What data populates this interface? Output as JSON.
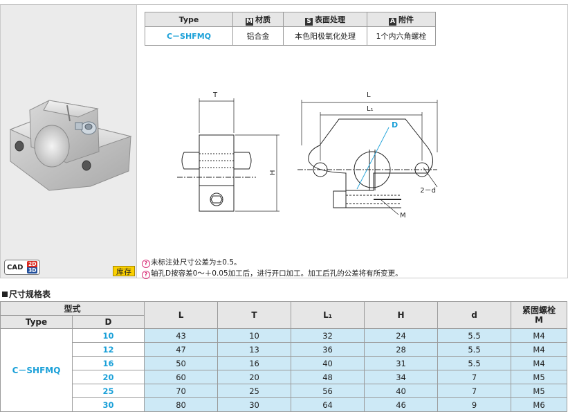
{
  "product": {
    "cad_label": "CAD",
    "cad_2d": "2D",
    "cad_3d": "3D",
    "stock_label": "库存"
  },
  "spec": {
    "headers": {
      "type": "Type",
      "material_icon": "M",
      "material": "材质",
      "surface_icon": "S",
      "surface": "表面处理",
      "accessory_icon": "A",
      "accessory": "附件"
    },
    "row": {
      "type": "C－SHFMQ",
      "material": "铝合金",
      "surface": "本色阳极氧化处理",
      "accessory": "1个内六角螺栓"
    }
  },
  "drawing": {
    "T": "T",
    "H": "H",
    "L": "L",
    "L1": "L₁",
    "D": "D",
    "d": "2－d",
    "M": "M"
  },
  "notes": [
    {
      "icon": "?",
      "text": "未标注处尺寸公差为±0.5。"
    },
    {
      "icon": "?",
      "text": "轴孔D按容差0～＋0.05加工后，进行开口加工。加工后孔的公差将有所变更。"
    }
  ],
  "table": {
    "title": "尺寸规格表",
    "group_header": "型式",
    "type_header": "Type",
    "d_header": "D",
    "col_headers": [
      "L",
      "T",
      "L₁",
      "H",
      "d"
    ],
    "m_header_line1": "紧固螺栓",
    "m_header_line2": "M",
    "type_value": "C－SHFMQ",
    "rows": [
      {
        "D": "10",
        "L": "43",
        "T": "10",
        "L1": "32",
        "H": "24",
        "d": "5.5",
        "M": "M4"
      },
      {
        "D": "12",
        "L": "47",
        "T": "13",
        "L1": "36",
        "H": "28",
        "d": "5.5",
        "M": "M4"
      },
      {
        "D": "16",
        "L": "50",
        "T": "16",
        "L1": "40",
        "H": "31",
        "d": "5.5",
        "M": "M4"
      },
      {
        "D": "20",
        "L": "60",
        "T": "20",
        "L1": "48",
        "H": "34",
        "d": "7",
        "M": "M5"
      },
      {
        "D": "25",
        "L": "70",
        "T": "25",
        "L1": "56",
        "H": "40",
        "d": "7",
        "M": "M5"
      },
      {
        "D": "30",
        "L": "80",
        "T": "30",
        "L1": "64",
        "H": "46",
        "d": "9",
        "M": "M6"
      }
    ]
  }
}
